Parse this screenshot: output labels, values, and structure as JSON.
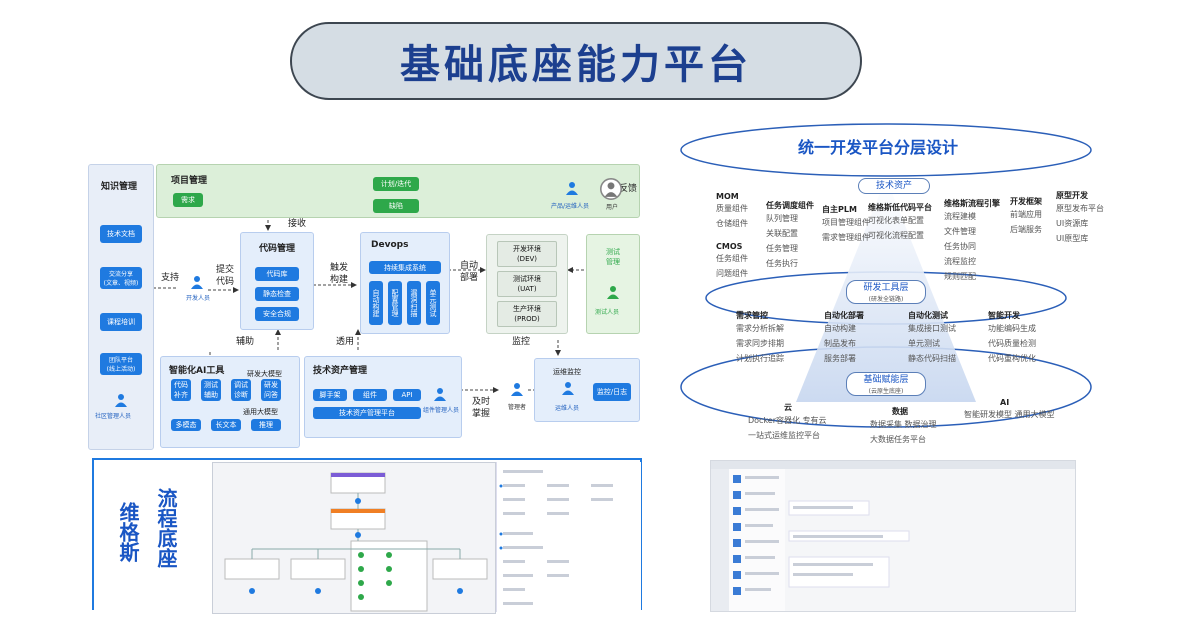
{
  "page_title": "基础底座能力平台",
  "diagram1": {
    "knowledge": {
      "title": "知识管理",
      "items": [
        "技术文档",
        "交流分享\n(文章、视频)",
        "课程培训",
        "团队平台\n(线上活动)"
      ],
      "person": "社区管理人员"
    },
    "project": {
      "title": "项目管理",
      "req": "需求",
      "plan": "计划/迭代",
      "defect": "缺陷",
      "feedback": "反馈",
      "product_person": "产品/运维人员",
      "user": "用户"
    },
    "labels": {
      "receive": "接收",
      "support": "支持",
      "submit": "提交\n代码",
      "trigger": "触发\n构建",
      "auto_deploy": "自动\n部署",
      "assist": "辅助",
      "reuse": "透用",
      "monitor": "监控",
      "timely": "及时\n掌握"
    },
    "developer": "开发人员",
    "code": {
      "title": "代码管理",
      "items": [
        "代码库",
        "静态检查",
        "安全合规"
      ]
    },
    "devops": {
      "title": "Devops",
      "ci": "持续集成系统",
      "steps": [
        "自动构建",
        "配置管理",
        "漏洞扫描",
        "单元测试"
      ]
    },
    "envs": [
      "开发环境\n(DEV)",
      "测试环境\n(UAT)",
      "生产环境\n(PROD)"
    ],
    "test": {
      "title": "测试\n管理",
      "person": "测试人员"
    },
    "ai": {
      "title": "智能化AI工具",
      "tools": [
        "代码\n补齐",
        "测试\n辅助",
        "调试\n诊断",
        "研发\n问答"
      ],
      "llm1": "研发大模型",
      "llm2": "通用大模型",
      "bottom": [
        "多模态",
        "长文本",
        "推理"
      ]
    },
    "assets": {
      "title": "技术资产管理",
      "items": [
        "脚手架",
        "组件",
        "API"
      ],
      "platform": "技术资产管理平台",
      "person": "组件管理人员"
    },
    "manager": "管理者",
    "ops": {
      "title": "运维监控",
      "person": "运维人员",
      "log": "监控/日志"
    }
  },
  "diagram2": {
    "title": "统一开发平台分层设计",
    "pill_top": "技术资产",
    "mid_pill": {
      "title": "研发工具层",
      "sub": "(研发全链路)"
    },
    "base_pill": {
      "title": "基础赋能层",
      "sub": "(云原生底座)"
    },
    "top_cols": [
      {
        "h": "MOM",
        "items": [
          "质量组件",
          "仓储组件"
        ]
      },
      {
        "h": "任务调度组件",
        "items": [
          "队列管理",
          "关联配置",
          "任务管理",
          "任务执行"
        ]
      },
      {
        "h": "自主PLM",
        "items": [
          "项目管理组件",
          "需求管理组件"
        ]
      },
      {
        "h": "维格斯低代码平台",
        "items": [
          "可视化表单配置",
          "可视化流程配置"
        ]
      },
      {
        "h": "维格斯流程引擎",
        "items": [
          "流程建模",
          "文件管理",
          "任务协同",
          "流程监控",
          "规则匹配"
        ]
      },
      {
        "h": "开发框架",
        "items": [
          "前端应用",
          "后端服务"
        ]
      },
      {
        "h": "原型开发",
        "items": [
          "原型发布平台",
          "UI资源库",
          "UI原型库"
        ]
      }
    ],
    "cmos": {
      "h": "CMOS",
      "items": [
        "任务组件",
        "问题组件"
      ]
    },
    "mid_cols": [
      {
        "h": "需求管控",
        "items": [
          "需求分析拆解",
          "需求同步排期",
          "计划执行追踪"
        ]
      },
      {
        "h": "自动化部署",
        "items": [
          "自动构建",
          "制品发布",
          "服务部署"
        ]
      },
      {
        "h": "自动化测试",
        "items": [
          "集成接口测试",
          "单元测试",
          "静态代码扫描"
        ]
      },
      {
        "h": "智能开发",
        "items": [
          "功能编码生成",
          "代码质量检测",
          "代码重构优化"
        ]
      }
    ],
    "base_cols": [
      {
        "h": "云",
        "items": [
          "Docker容器化   专有云",
          "一站式运维监控平台"
        ]
      },
      {
        "h": "数据",
        "items": [
          "数据采集   数据治理",
          "大数据任务平台"
        ]
      },
      {
        "h": "AI",
        "items": [
          "智能研发模型    通用大模型"
        ]
      }
    ]
  },
  "diagram3": {
    "vertical_a": "维格斯",
    "vertical_b": "流程底座"
  }
}
